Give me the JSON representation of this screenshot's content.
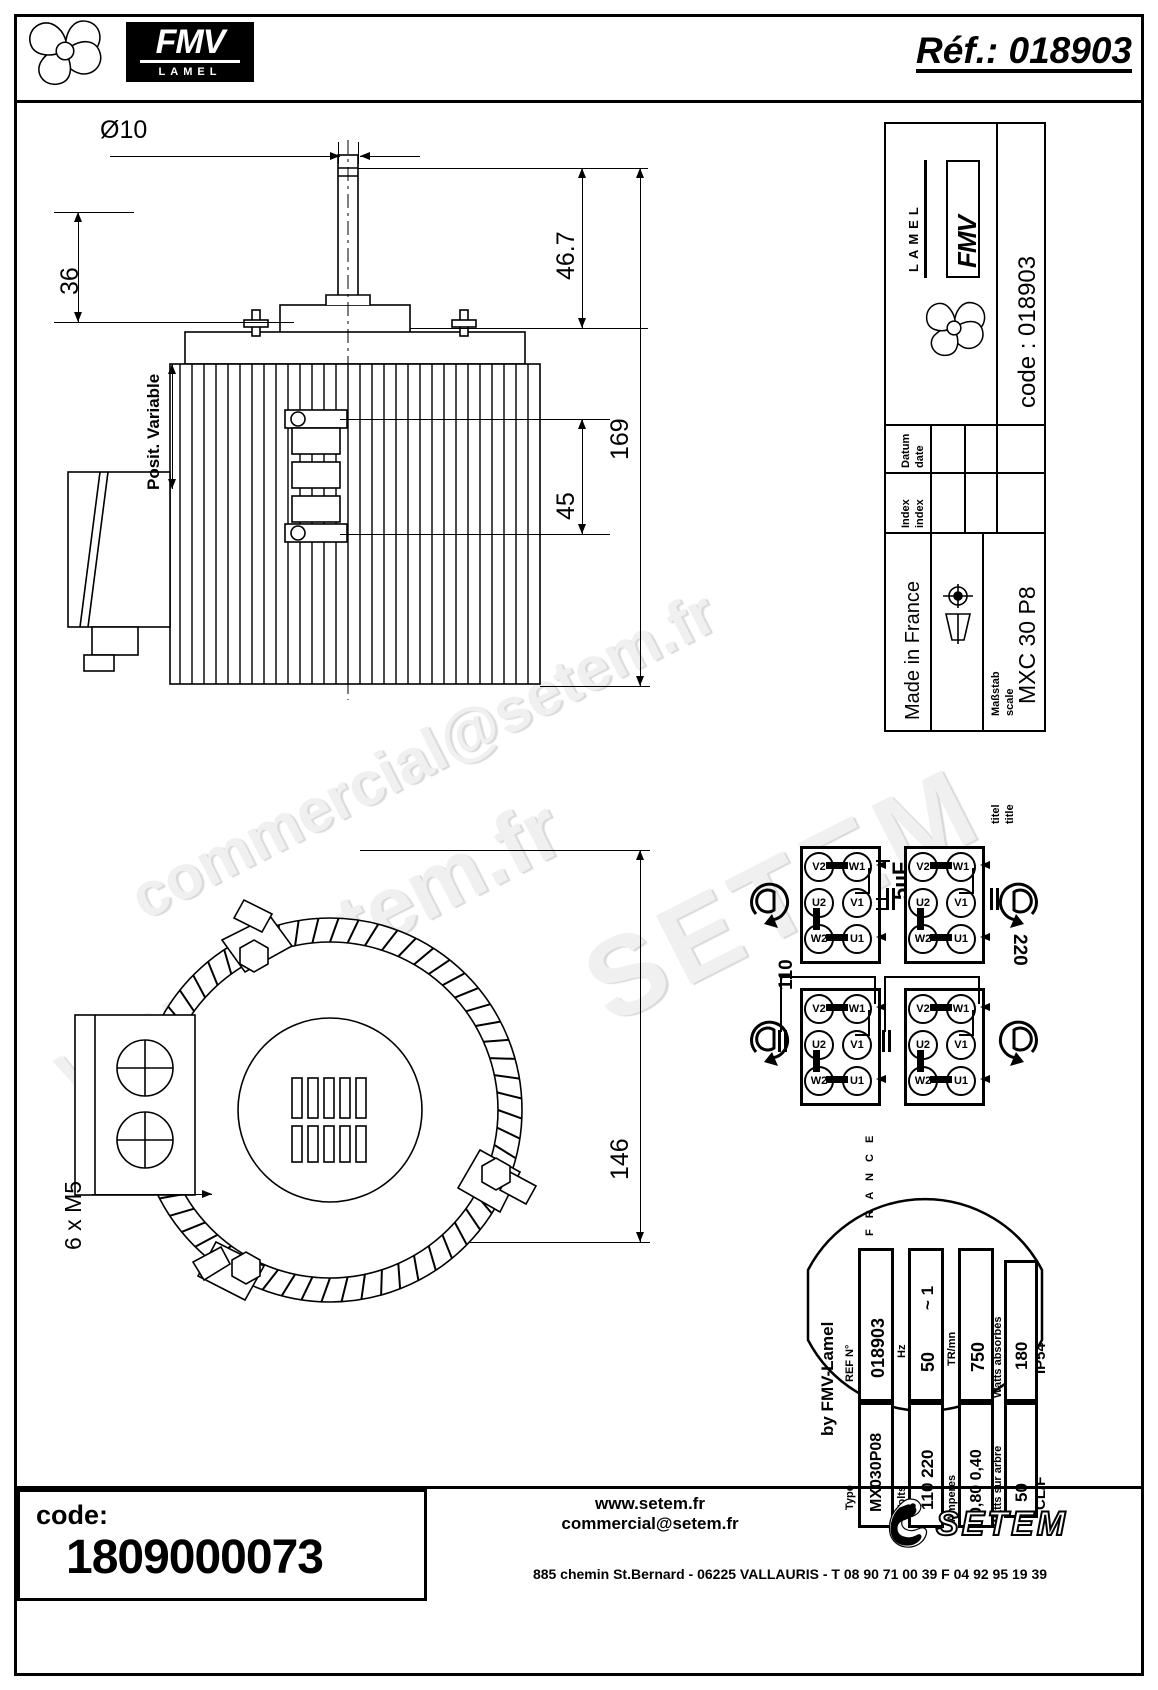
{
  "document": {
    "reference_title": "Réf.: 018903",
    "brand": "FMV",
    "brand_sub": "LAMEL"
  },
  "dimensions": {
    "shaft_dia": "Ø10",
    "d36": "36",
    "d46_7": "46.7",
    "d169": "169",
    "d45": "45",
    "d146": "146",
    "posit_variable": "Posit. Variable",
    "screws": "6 x M5"
  },
  "title_block": {
    "brand": "FMV",
    "brand_sub": "LAMEL",
    "code_label": "code : 018903",
    "datum": "Datum",
    "date": "date",
    "index_de": "Index",
    "index_en": "index",
    "made_in": "Made in France",
    "massstab": "Maßstab",
    "scale": "scale",
    "titel": "titel",
    "title_en": "title",
    "part_title": "MXC 30 P8"
  },
  "wiring": {
    "capacitor": "5µF",
    "voltage_low": "110",
    "voltage_high": "220",
    "terminals": [
      "V2",
      "W1",
      "U2",
      "V1",
      "W2",
      "U1"
    ],
    "diagrams": [
      {
        "voltage": "220",
        "rotation": "cw",
        "position": "top-left"
      },
      {
        "voltage": "220",
        "rotation": "ccw",
        "position": "top-right"
      },
      {
        "voltage": "110",
        "rotation": "cw",
        "position": "bottom-left"
      },
      {
        "voltage": "110",
        "rotation": "ccw",
        "position": "bottom-right"
      }
    ]
  },
  "nameplate": {
    "maker": "by FMV-Lamel",
    "country": "F R A N C E",
    "ref_label": "REF N°",
    "ref_value": "018903",
    "type_label": "Type",
    "type_value": "MX030P08",
    "hz_label": "Hz",
    "hz_value": "50",
    "phase": "~ 1",
    "volts_label": "Volts",
    "volts_value": "110 220",
    "rpm_label": "TR/mn",
    "rpm_value": "750",
    "amperes_label": "Amperes",
    "amperes_value": "0,80 0,40",
    "watts_shaft_label": "Watts sur arbre",
    "watts_shaft_value": "50",
    "watts_abs_label": "Watts absorbés",
    "watts_abs_value": "180",
    "class_label": "CL/F",
    "ip_value": "IP54"
  },
  "footer": {
    "code_label": "code:",
    "code_value": "1809000073",
    "website": "www.setem.fr",
    "email": "commercial@setem.fr",
    "address": "885 chemin St.Bernard  -   06225 VALLAURIS  -   T 08 90 71 00 39   F 04 92 95 19 39",
    "company": "SETEM"
  },
  "watermark": {
    "line1": "www.setem.fr",
    "line2": "commercial@setem.fr",
    "line3": "SETEM"
  }
}
